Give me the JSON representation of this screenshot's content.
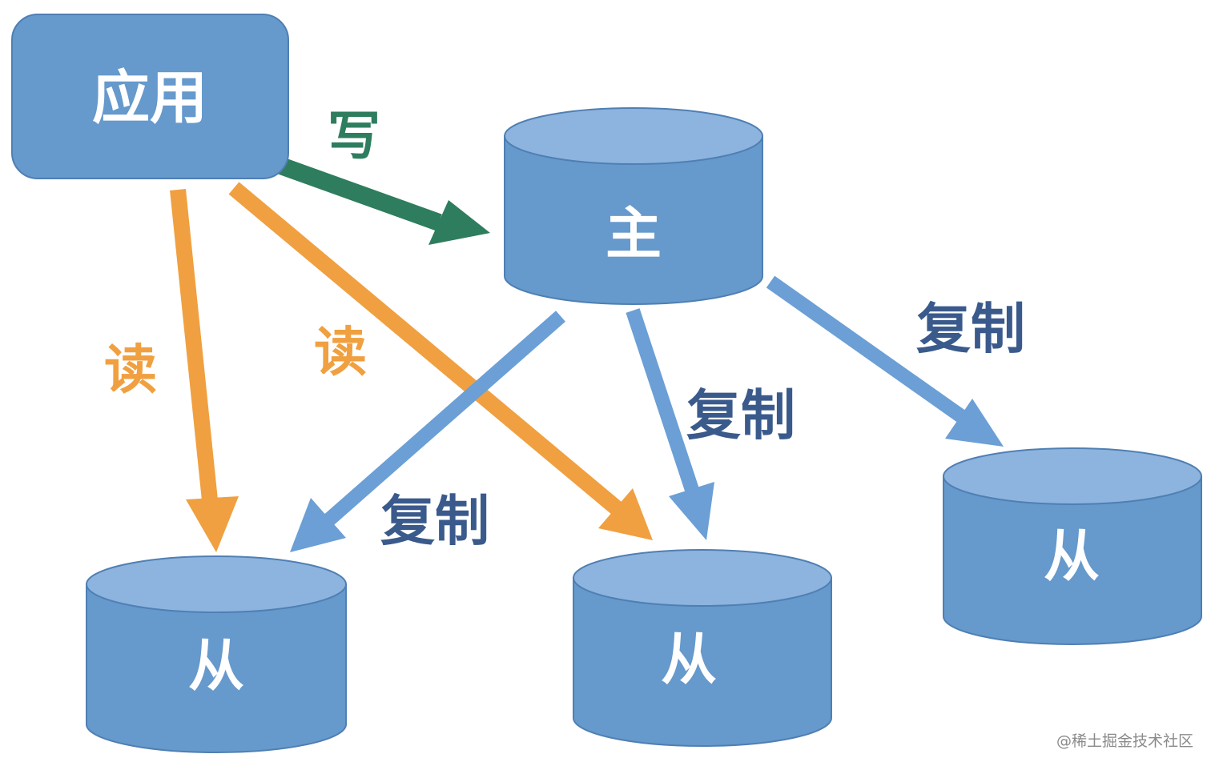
{
  "nodes": {
    "app": {
      "label": "应用"
    },
    "master": {
      "label": "主"
    },
    "slave_left": {
      "label": "从"
    },
    "slave_middle": {
      "label": "从"
    },
    "slave_right": {
      "label": "从"
    }
  },
  "edges": {
    "write": {
      "label": "写"
    },
    "read_left": {
      "label": "读"
    },
    "read_middle": {
      "label": "读"
    },
    "replicate_left": {
      "label": "复制"
    },
    "replicate_middle": {
      "label": "复制"
    },
    "replicate_right": {
      "label": "复制"
    }
  },
  "colors": {
    "node_fill": "#6699cc",
    "node_top": "#8db4de",
    "node_stroke": "#4f7fb3",
    "write_arrow": "#2e7d5e",
    "read_arrow": "#f0a040",
    "replicate_arrow": "#6b9fd6",
    "write_label": "#2e7d5e",
    "read_label": "#f0a040",
    "replicate_label": "#3a5a8c"
  },
  "watermark": "@稀土掘金技术社区"
}
